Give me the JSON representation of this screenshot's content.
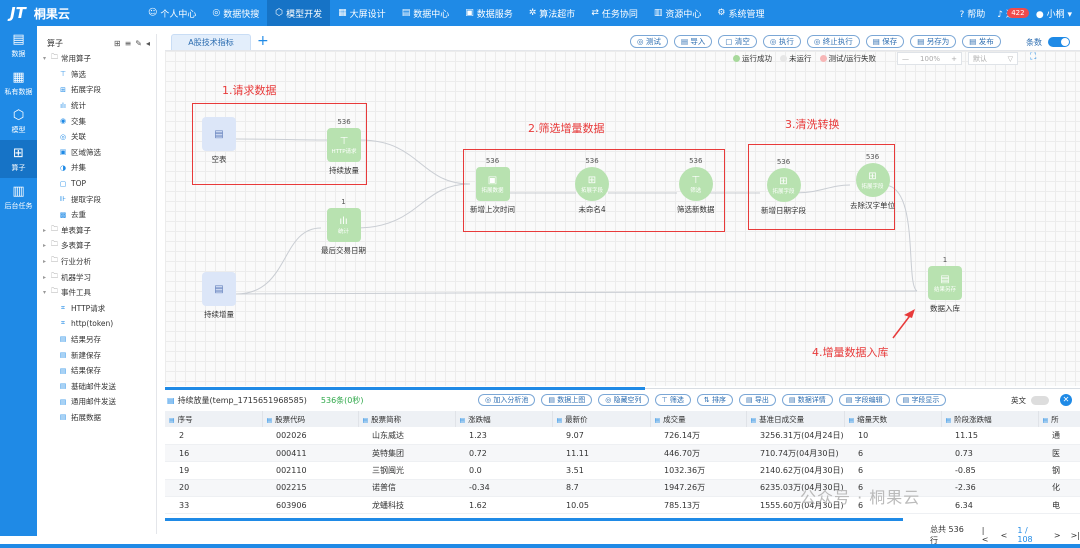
{
  "app": {
    "logo": "JT",
    "name": "桐果云"
  },
  "nav": [
    {
      "icon": "☺",
      "label": "个人中心"
    },
    {
      "icon": "◎",
      "label": "数据快搜"
    },
    {
      "icon": "⬡",
      "label": "模型开发"
    },
    {
      "icon": "▦",
      "label": "大屏设计"
    },
    {
      "icon": "▤",
      "label": "数据中心"
    },
    {
      "icon": "▣",
      "label": "数据服务"
    },
    {
      "icon": "✲",
      "label": "算法超市"
    },
    {
      "icon": "⇄",
      "label": "任务协同"
    },
    {
      "icon": "▥",
      "label": "资源中心"
    },
    {
      "icon": "⚙",
      "label": "系统管理"
    }
  ],
  "topright": {
    "help": "帮助",
    "notice": "通知",
    "notice_count": "422",
    "user": "小桐"
  },
  "sidebar": [
    {
      "icon": "▤",
      "label": "数据"
    },
    {
      "icon": "▦",
      "label": "私有数据"
    },
    {
      "icon": "⬡",
      "label": "模型"
    },
    {
      "icon": "⊞",
      "label": "算子"
    },
    {
      "icon": "▥",
      "label": "后台任务"
    }
  ],
  "tree": {
    "title": "算子",
    "groups": [
      {
        "label": "常用算子",
        "children": [
          {
            "icon": "⊤",
            "label": "筛选"
          },
          {
            "icon": "⊞",
            "label": "拓展字段"
          },
          {
            "icon": "ılı",
            "label": "统计"
          },
          {
            "icon": "◉",
            "label": "交集"
          },
          {
            "icon": "◎",
            "label": "关联"
          },
          {
            "icon": "▣",
            "label": "区域筛选"
          },
          {
            "icon": "◑",
            "label": "并集"
          },
          {
            "icon": "▢",
            "label": "TOP"
          },
          {
            "icon": "⊪",
            "label": "提取字段"
          },
          {
            "icon": "▩",
            "label": "去重"
          }
        ]
      },
      {
        "label": "单表算子",
        "children": []
      },
      {
        "label": "多表算子",
        "children": []
      },
      {
        "label": "行业分析",
        "children": []
      },
      {
        "label": "机器学习",
        "children": []
      },
      {
        "label": "事件工具",
        "children": [
          {
            "icon": "⌗",
            "label": "HTTP请求"
          },
          {
            "icon": "⌗",
            "label": "http(token)"
          },
          {
            "icon": "▤",
            "label": "结果另存"
          },
          {
            "icon": "▤",
            "label": "新建保存"
          },
          {
            "icon": "▤",
            "label": "结果保存"
          },
          {
            "icon": "▤",
            "label": "基础邮件发送"
          },
          {
            "icon": "▤",
            "label": "通用邮件发送"
          },
          {
            "icon": "▤",
            "label": "拓展数据"
          }
        ]
      }
    ]
  },
  "tab": {
    "label": "A股技术指标",
    "add": "+"
  },
  "toolbar": [
    {
      "icon": "◎",
      "label": "测试"
    },
    {
      "icon": "▤",
      "label": "导入"
    },
    {
      "icon": "▢",
      "label": "清空"
    },
    {
      "icon": "◎",
      "label": "执行"
    },
    {
      "icon": "◎",
      "label": "终止执行"
    },
    {
      "icon": "▤",
      "label": "保存"
    },
    {
      "icon": "▤",
      "label": "另存为"
    },
    {
      "icon": "▤",
      "label": "发布"
    }
  ],
  "toggle_label": "条数",
  "legend": [
    {
      "label": "运行成功",
      "color": "#a8d99c"
    },
    {
      "label": "未运行",
      "color": "#e6e6e6"
    },
    {
      "label": "测试/运行失败",
      "color": "#f7b7b7"
    }
  ],
  "zoom": {
    "minus": "—",
    "value": "100%",
    "plus": "+"
  },
  "fit": {
    "value": "默认",
    "arrow": "▽"
  },
  "nodes": {
    "n1": {
      "count": "",
      "label": "空表",
      "box": "",
      "icon": "▤"
    },
    "n2": {
      "count": "536",
      "label": "持续放量",
      "box": "HTTP请求",
      "icon": "⊤"
    },
    "n3": {
      "count": "1",
      "label": "最后交易日期",
      "box": "统计",
      "icon": "ılı"
    },
    "n4": {
      "count": "",
      "label": "持续增量",
      "box": "",
      "icon": "▤"
    },
    "n5": {
      "count": "536",
      "label": "新增上次时间",
      "box": "拓展数据",
      "icon": "▣"
    },
    "n6": {
      "count": "536",
      "label": "未命名4",
      "box": "拓展字段",
      "icon": "⊞"
    },
    "n7": {
      "count": "536",
      "label": "筛选新数据",
      "box": "筛选",
      "icon": "⊤"
    },
    "n8": {
      "count": "536",
      "label": "新增日期字段",
      "box": "拓展字段",
      "icon": "⊞"
    },
    "n9": {
      "count": "536",
      "label": "去除汉字单位",
      "box": "拓展字段",
      "icon": "⊞"
    },
    "n10": {
      "count": "1",
      "label": "数据入库",
      "box": "结果另存",
      "icon": "▤"
    }
  },
  "annotations": {
    "a1": "1.请求数据",
    "a2": "2.筛选增量数据",
    "a3": "3.清洗转换",
    "a4": "4.增量数据入库"
  },
  "table": {
    "title": "持续放量(temp_1715651968585)",
    "count": "536条(0秒)",
    "tools": [
      {
        "icon": "◎",
        "label": "加入分析池"
      },
      {
        "icon": "▤",
        "label": "数据上图"
      },
      {
        "icon": "◎",
        "label": "隐藏空列"
      },
      {
        "icon": "⊤",
        "label": "筛选"
      },
      {
        "icon": "⇅",
        "label": "排序"
      },
      {
        "icon": "▤",
        "label": "导出"
      },
      {
        "icon": "▤",
        "label": "数据详情"
      },
      {
        "icon": "▤",
        "label": "字段编辑"
      },
      {
        "icon": "▤",
        "label": "字段显示"
      }
    ],
    "eng": "英文",
    "close": "✕",
    "columns": [
      "序号",
      "股票代码",
      "股票简称",
      "涨跌幅",
      "最新价",
      "成交量",
      "基准日成交量",
      "缩量天数",
      "阶段涨跌幅",
      "所"
    ],
    "rows": [
      [
        "2",
        "002026",
        "山东威达",
        "1.23",
        "9.07",
        "726.14万",
        "3256.31万(04月24日)",
        "10",
        "11.15",
        "通"
      ],
      [
        "16",
        "000411",
        "英特集团",
        "0.72",
        "11.11",
        "446.70万",
        "710.74万(04月30日)",
        "6",
        "0.73",
        "医"
      ],
      [
        "19",
        "002110",
        "三钢闽光",
        "0.0",
        "3.51",
        "1032.36万",
        "2140.62万(04月30日)",
        "6",
        "-0.85",
        "钢"
      ],
      [
        "20",
        "002215",
        "诺普信",
        "-0.34",
        "8.7",
        "1947.26万",
        "6235.03万(04月30日)",
        "6",
        "-2.36",
        "化"
      ],
      [
        "33",
        "603906",
        "龙蟠科技",
        "1.62",
        "10.05",
        "785.13万",
        "1555.60万(04月30日)",
        "6",
        "6.34",
        "电"
      ]
    ],
    "pager": {
      "total": "总共 536 行",
      "first": "|<",
      "prev": "<",
      "page": "1 / 108",
      "next": ">",
      "last": ">|"
    }
  },
  "watermark": "公众号 · 桐果云"
}
